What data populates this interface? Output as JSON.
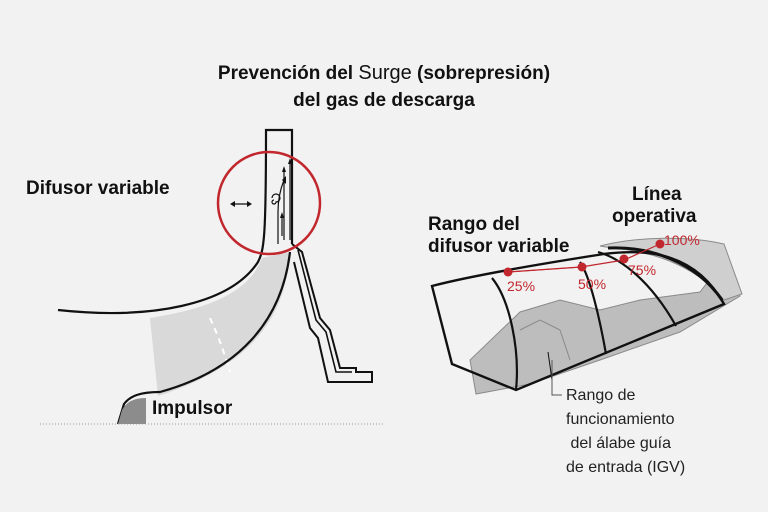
{
  "title": {
    "line1_a": "Prevención del ",
    "line1_b": "Surge",
    "line1_c": " (sobrepresión)",
    "line2": "del gas de descarga"
  },
  "labels": {
    "diffuser": "Difusor variable",
    "impeller": "Impulsor",
    "range_line1": "Rango del",
    "range_line2": "difusor variable",
    "operating_line1": "Línea",
    "operating_line2": "operativa",
    "igv": [
      "Rango de",
      "funcionamiento",
      " del álabe guía",
      "de entrada (IGV)"
    ]
  },
  "percentages": [
    "25%",
    "50%",
    "75%",
    "100%"
  ],
  "colors": {
    "accent": "#c1272d",
    "gray_fill": "#d9d9d9",
    "line": "#111111"
  },
  "icons": {
    "double_arrow": "left-right-arrow-icon",
    "swirl": "swirl-icon"
  }
}
